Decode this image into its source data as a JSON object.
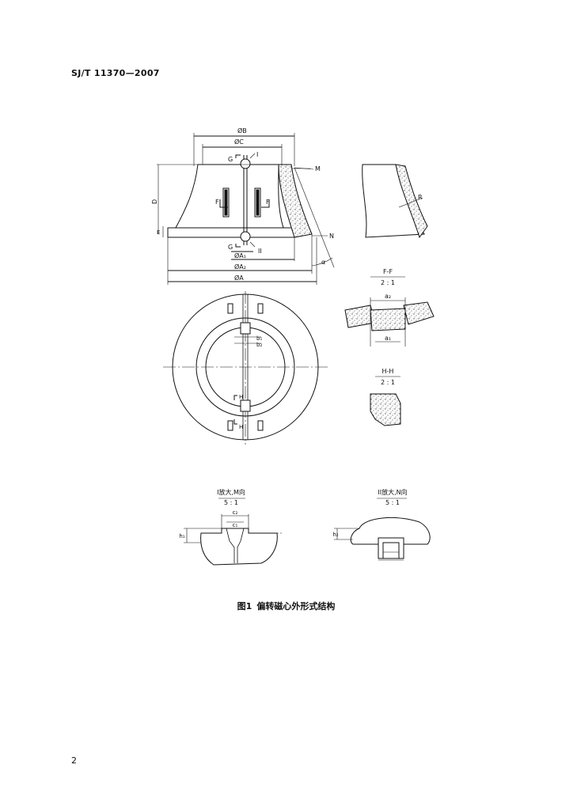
{
  "header": {
    "standard_number": "SJ/T 11370—2007"
  },
  "figure": {
    "number": "图1",
    "caption": "偏转磁心外形式结构",
    "labels": {
      "dia_B": "ØB",
      "dia_C": "ØC",
      "G": "G",
      "I": "I",
      "II": "II",
      "M": "M",
      "N": "N",
      "D": "D",
      "F": "F",
      "E": "E",
      "dia_A1": "ØA₁",
      "dia_A2": "ØA₂",
      "dia_A": "ØA",
      "alpha": "α",
      "r": "R",
      "W": "W",
      "H": "H",
      "section_ff": "F-F",
      "scale_ff": "2 : 1",
      "section_hh": "H-H",
      "scale_hh": "2 : 1",
      "a2": "a₂",
      "a1": "a₁",
      "b1": "b₁",
      "b2": "b₂",
      "detail_m": "I放大,M向",
      "scale_m": "5 : 1",
      "detail_n": "II放大,N向",
      "scale_n": "5 : 1",
      "h1": "h₁",
      "h2": "h₂",
      "c1": "c₁",
      "c2": "c₂"
    }
  },
  "footer": {
    "page_number": "2"
  }
}
